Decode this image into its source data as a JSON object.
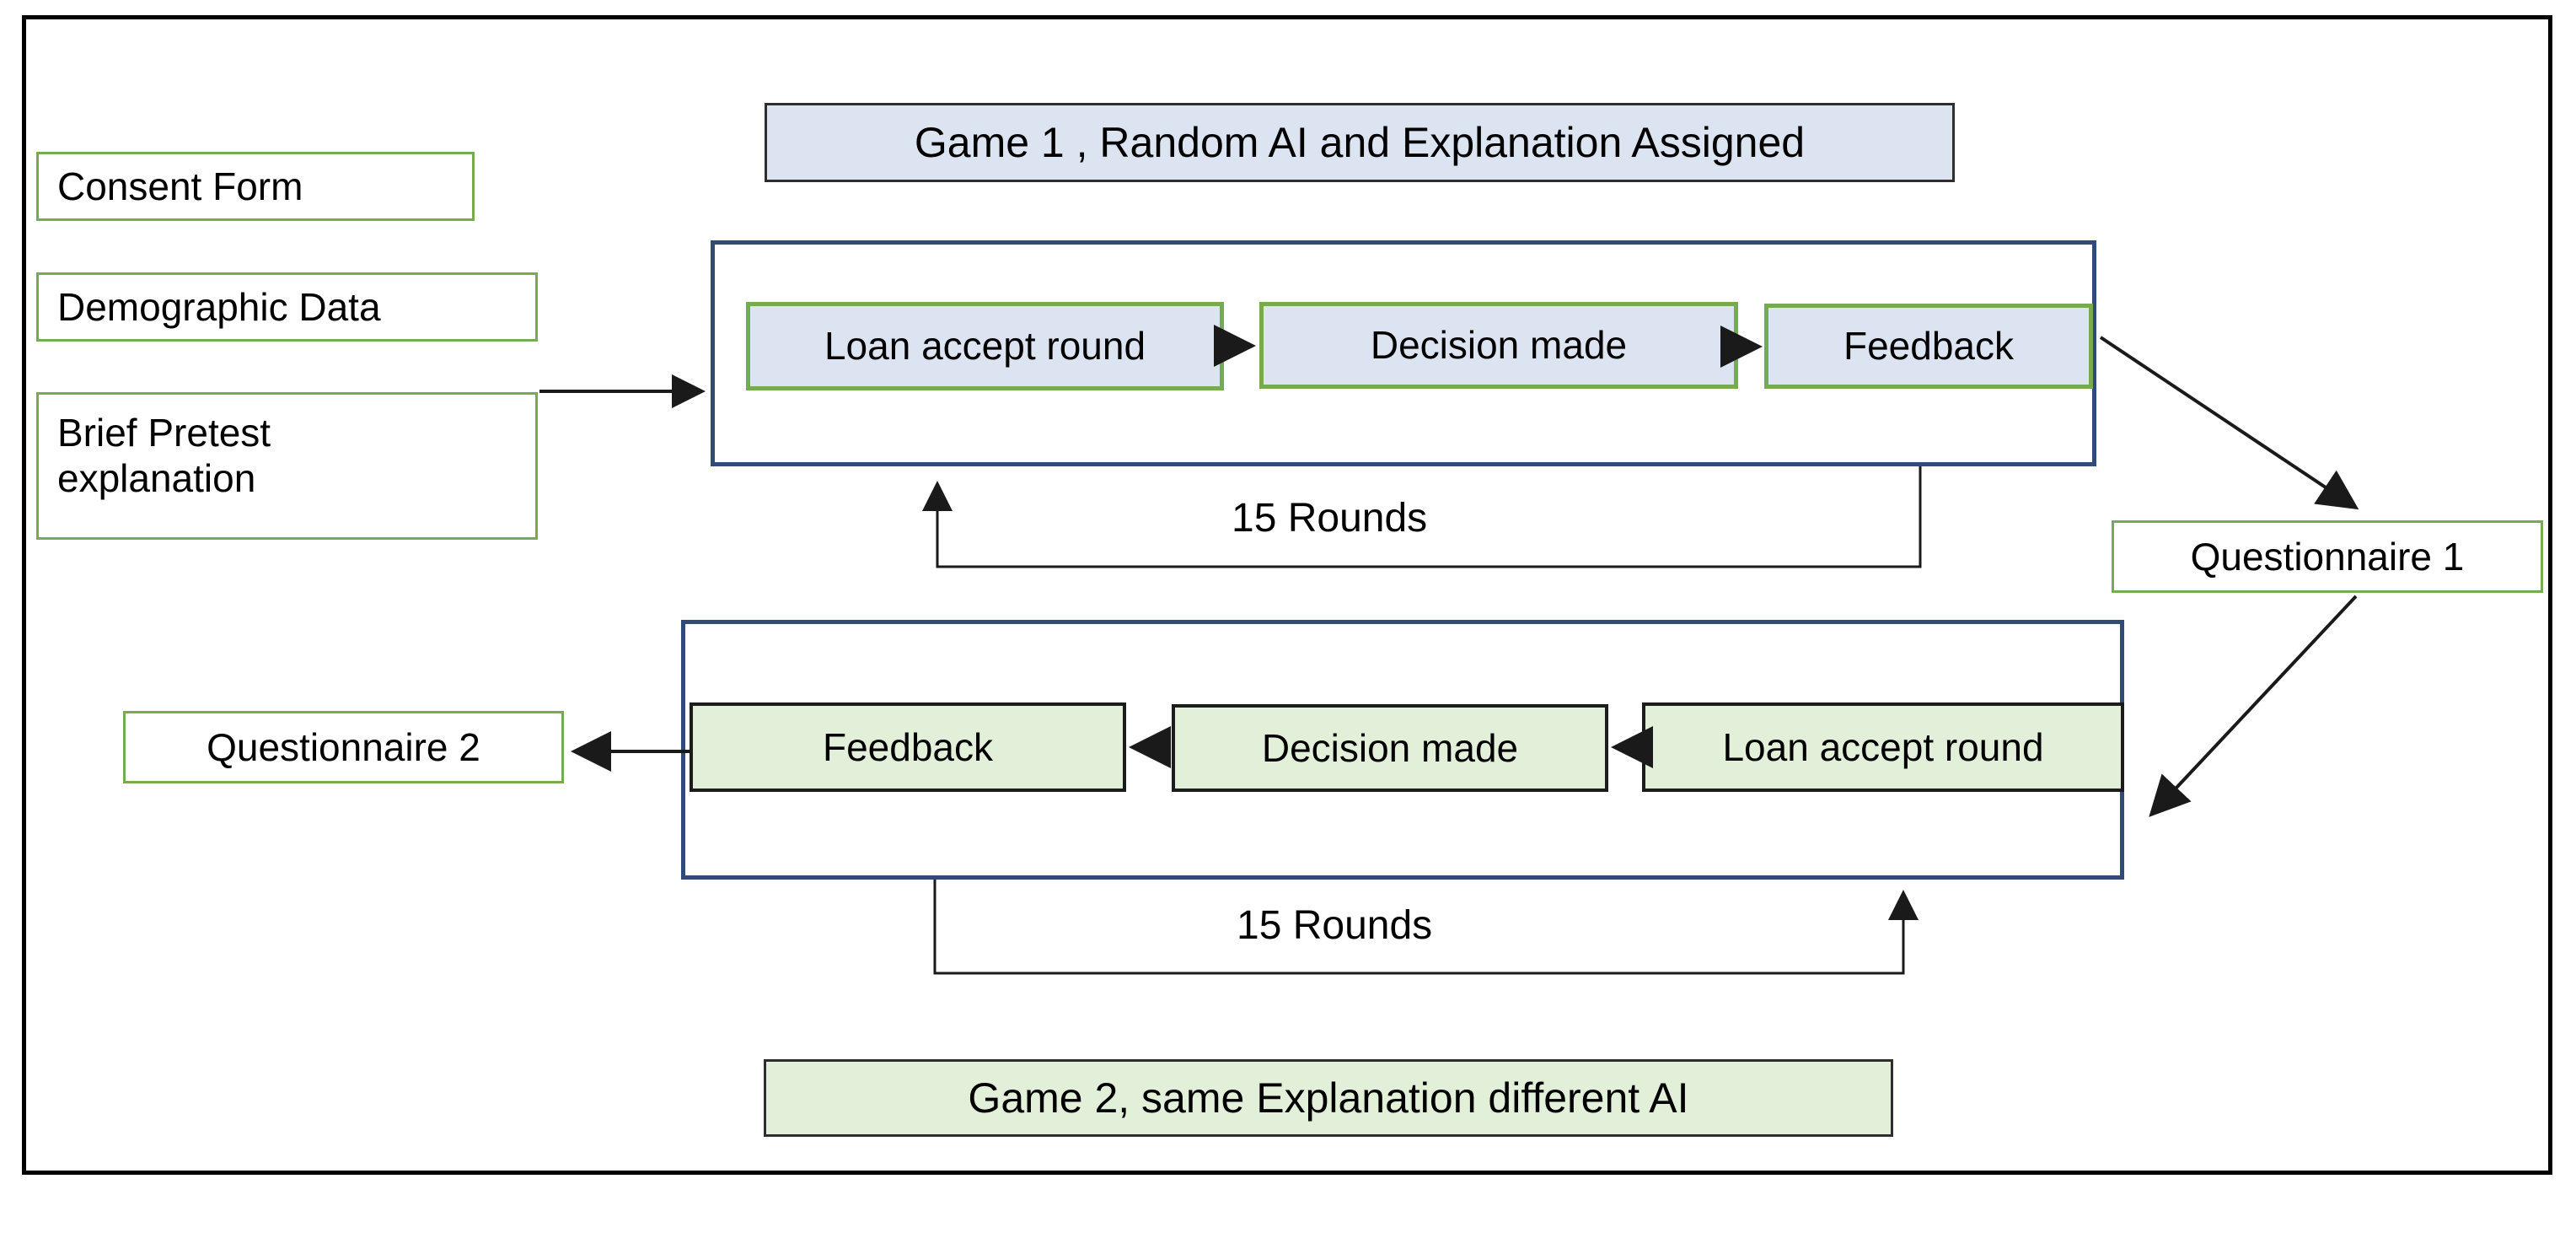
{
  "diagram": {
    "title_visible": false,
    "colors": {
      "blue_fill": "#dce3f1",
      "green_fill": "#e2efd9",
      "green_border": "#76ab52",
      "dark_blue_border": "#2f4b76",
      "dark_border": "#1c1c1c",
      "outer_border": "#000000",
      "connector": "#1a1a1a"
    },
    "intake": {
      "items": [
        {
          "label": "Consent Form"
        },
        {
          "label": "Demographic Data"
        },
        {
          "label": "Brief Pretest\nexplanation"
        }
      ]
    },
    "game1": {
      "banner": "Game 1 , Random AI and Explanation Assigned",
      "steps": [
        {
          "label": "Loan accept round"
        },
        {
          "label": "Decision made"
        },
        {
          "label": "Feedback"
        }
      ],
      "loop_label": "15 Rounds"
    },
    "game2": {
      "banner": "Game 2, same Explanation different AI",
      "steps": [
        {
          "label": "Feedback"
        },
        {
          "label": "Decision made"
        },
        {
          "label": "Loan accept round"
        }
      ],
      "loop_label": "15 Rounds"
    },
    "questionnaires": [
      {
        "label": "Questionnaire 1"
      },
      {
        "label": "Questionnaire 2"
      }
    ]
  }
}
